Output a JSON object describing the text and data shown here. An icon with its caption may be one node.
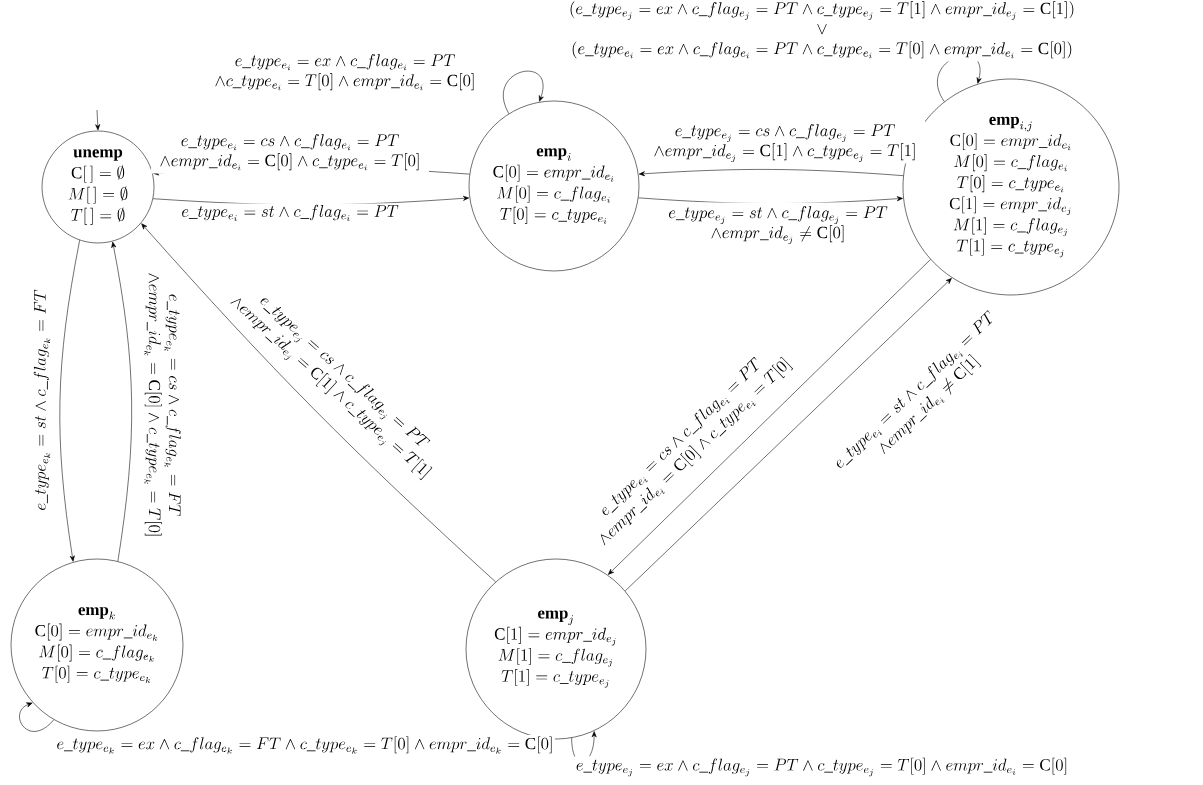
{
  "diagram": {
    "nodes": [
      {
        "text": [
          "\\mathbf{unemp}",
          "\\mathrm{C}[\\,] = \\emptyset",
          "M[\\,] = \\emptyset",
          "T[\\,] = \\emptyset"
        ]
      },
      {
        "text": [
          "\\mathbf{emp}_{i}",
          "\\mathrm{C}[0] = empr\\_id_{e_i}",
          "M[0] = c\\_flag_{e_i}",
          "T[0] = c\\_type_{e_i}"
        ]
      },
      {
        "text": [
          "\\mathbf{emp}_{i,j}",
          "\\mathrm{C}[0] = empr\\_id_{e_i}",
          "M[0] = c\\_flag_{e_i}",
          "T[0] = c\\_type_{e_i}",
          "\\mathrm{C}[1] = empr\\_id_{e_j}",
          "M[1] = c\\_flag_{e_j}",
          "T[1] = c\\_type_{e_j}"
        ]
      },
      {
        "text": [
          "\\mathbf{emp}_{k}",
          "\\mathrm{C}[0] = empr\\_id_{e_k}",
          "M[0] = c\\_flag_{e_k}",
          "T[0] = c\\_type_{e_k}"
        ]
      },
      {
        "text": [
          "\\mathbf{emp}_{j}",
          "\\mathrm{C}[1] = empr\\_id_{e_j}",
          "M[1] = c\\_flag_{e_j}",
          "T[1] = c\\_type_{e_j}"
        ]
      }
    ],
    "edges": [
      {
        "from": null,
        "to": 0,
        "arrow": "to"
      },
      {
        "from": 0,
        "to": 1,
        "arrow": "to",
        "label": "e\\_type_{e_i} = st \\wedge c\\_flag_{e_i} = PT"
      },
      {
        "from": 1,
        "to": 0,
        "arrow": "to",
        "label": "\\begin{array}{c} e\\_type_{e_i} = cs \\wedge c\\_flag_{e_i} = PT \\\\ \\wedge empr\\_id_{e_i} = \\mathrm{C}[0] \\wedge c\\_type_{e_i} = T[0] \\end{array}"
      },
      {
        "from": 1,
        "to": 1,
        "arrow": "to",
        "label": "\\begin{array}{c} e\\_type_{e_i} = ex \\wedge c\\_flag_{e_i} = PT \\\\ \\wedge c\\_type_{e_i} = T[0] \\wedge empr\\_id_{e_i} = \\mathrm{C}[0] \\end{array}"
      },
      {
        "from": 2,
        "to": 1,
        "arrow": "to",
        "label": "\\begin{array}{c} e\\_type_{e_j} = cs \\wedge c\\_flag_{e_j} = PT \\\\ \\wedge empr\\_id_{e_j} = \\mathrm{C}[1] \\wedge c\\_type_{e_j} = T[1] \\end{array}"
      },
      {
        "from": 1,
        "to": 2,
        "arrow": "to",
        "label": "\\begin{array}{c} e\\_type_{e_j} = st \\wedge c\\_flag_{e_j} = PT \\\\ \\wedge empr\\_id_{e_j} \\neq \\mathrm{C}[0] \\end{array}"
      },
      {
        "from": 2,
        "to": 2,
        "arrow": "to",
        "label": "\\begin{array}{c} (e\\_type_{e_j} = ex \\wedge c\\_flag_{e_j} = PT \\wedge c\\_type_{e_j} = T[1] \\wedge empr\\_id_{e_j} = \\mathrm{C}[1]) \\\\ \\vee \\\\ (e\\_type_{e_i} = ex \\wedge c\\_flag_{e_i} = PT \\wedge c\\_type_{e_i} = T[0] \\wedge empr\\_id_{e_i} = \\mathrm{C}[0]) \\end{array}"
      },
      {
        "from": 0,
        "to": 3,
        "arrow": "to",
        "label": "e\\_type_{e_k} = st \\wedge c\\_flag_{e_k} = FT"
      },
      {
        "from": 3,
        "to": 0,
        "arrow": "to",
        "label": "\\begin{array}{c} e\\_type_{e_k} = cs \\wedge c\\_flag_{e_k} = FT \\\\ \\wedge empr\\_id_{e_k} = \\mathrm{C}[0] \\wedge c\\_type_{e_k} = T[0] \\end{array}"
      },
      {
        "from": 4,
        "to": 0,
        "arrow": "to",
        "label": "\\begin{array}{c} e\\_type_{e_j} = cs \\wedge c\\_flag_{e_j} = PT \\\\ \\wedge empr\\_id_{e_j} = \\mathrm{C}[1] \\wedge c\\_type_{e_j} = T[1] \\end{array}"
      },
      {
        "from": 2,
        "to": 4,
        "arrow": "to",
        "label": "\\begin{array}{c} e\\_type_{e_i} = cs \\wedge c\\_flag_{e_i} = PT \\\\ \\wedge empr\\_id_{e_i} = \\mathrm{C}[0] \\wedge c\\_type_{e_i} = T[0] \\end{array}"
      },
      {
        "from": 4,
        "to": 2,
        "arrow": "to",
        "label": "\\begin{array}{c} e\\_type_{e_i} = st \\wedge c\\_flag_{e_i} = PT \\\\ \\wedge empr\\_id_{e_i} \\neq \\mathrm{C}[1] \\end{array}"
      },
      {
        "from": 3,
        "to": 3,
        "arrow": "to",
        "label": "e\\_type_{e_k} = ex \\wedge c\\_flag_{e_k} = FT \\wedge c\\_type_{e_k} = T[0] \\wedge empr\\_id_{e_k} = \\mathrm{C}[0]"
      },
      {
        "from": 4,
        "to": 4,
        "arrow": "to",
        "label": "e\\_type_{e_j} = ex \\wedge c\\_flag_{e_j} = PT \\wedge c\\_type_{e_j} = T[0] \\wedge empr\\_id_{e_i} = \\mathrm{C}[0]"
      }
    ]
  }
}
